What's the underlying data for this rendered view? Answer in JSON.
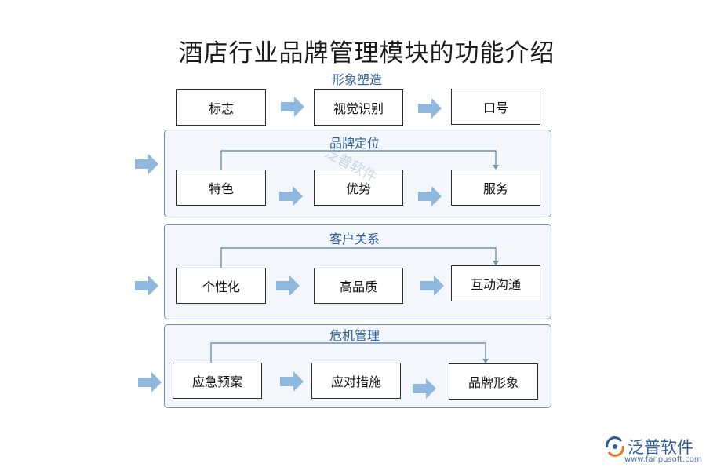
{
  "title": "酒店行业品牌管理模块的功能介绍",
  "sections": [
    {
      "label": "形象塑造",
      "items": [
        "标志",
        "视觉识别",
        "口号"
      ]
    },
    {
      "label": "品牌定位",
      "items": [
        "特色",
        "优势",
        "服务"
      ]
    },
    {
      "label": "客户关系",
      "items": [
        "个性化",
        "高品质",
        "互动沟通"
      ]
    },
    {
      "label": "危机管理",
      "items": [
        "应急预案",
        "应对措施",
        "品牌形象"
      ]
    }
  ],
  "colors": {
    "arrow": "#8fb8de",
    "section_border": "#6d8fb5",
    "section_fill": "#f3f7fc",
    "label": "#2f5d9a"
  },
  "watermark": "泛普软件",
  "logo": {
    "name": "泛普软件",
    "url": "www.fanpusoft.com"
  }
}
